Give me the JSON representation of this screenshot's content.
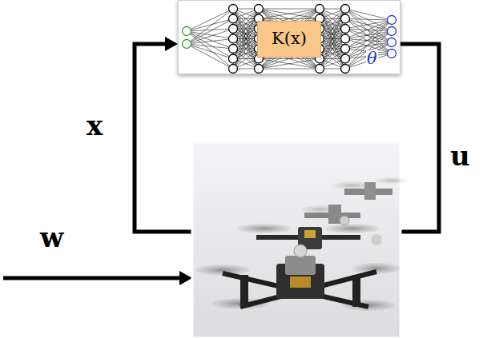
{
  "diagram": {
    "nodes": [
      {
        "text": [
          "θ"
        ]
      },
      {
        "text": [
          "K(x)"
        ],
        "in": 0
      }
    ],
    "labels": [
      "x",
      "u",
      "w"
    ]
  }
}
